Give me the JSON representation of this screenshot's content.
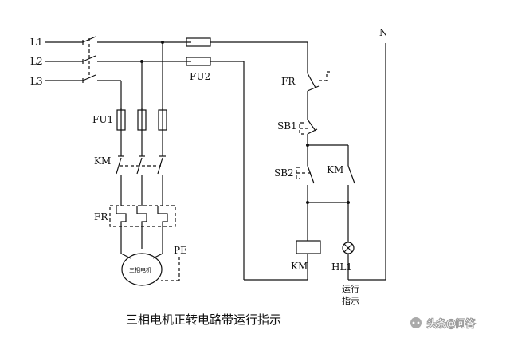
{
  "labels": {
    "l1": "L1",
    "l2": "L2",
    "l3": "L3",
    "n": "N",
    "fu1": "FU1",
    "fu2": "FU2",
    "km_main": "KM",
    "fr_main": "FR",
    "pe": "PE",
    "motor": "三相电机",
    "fr_ctrl": "FR",
    "sb1": "SB1",
    "sb2": "SB2",
    "km_aux": "KM",
    "km_coil": "KM",
    "hl1": "HL1",
    "run_line1": "运行",
    "run_line2": "指示"
  },
  "caption": "三相电机正转电路带运行指示",
  "watermark": {
    "text": "头条@问答",
    "icon": "chat-bubble-icon"
  }
}
